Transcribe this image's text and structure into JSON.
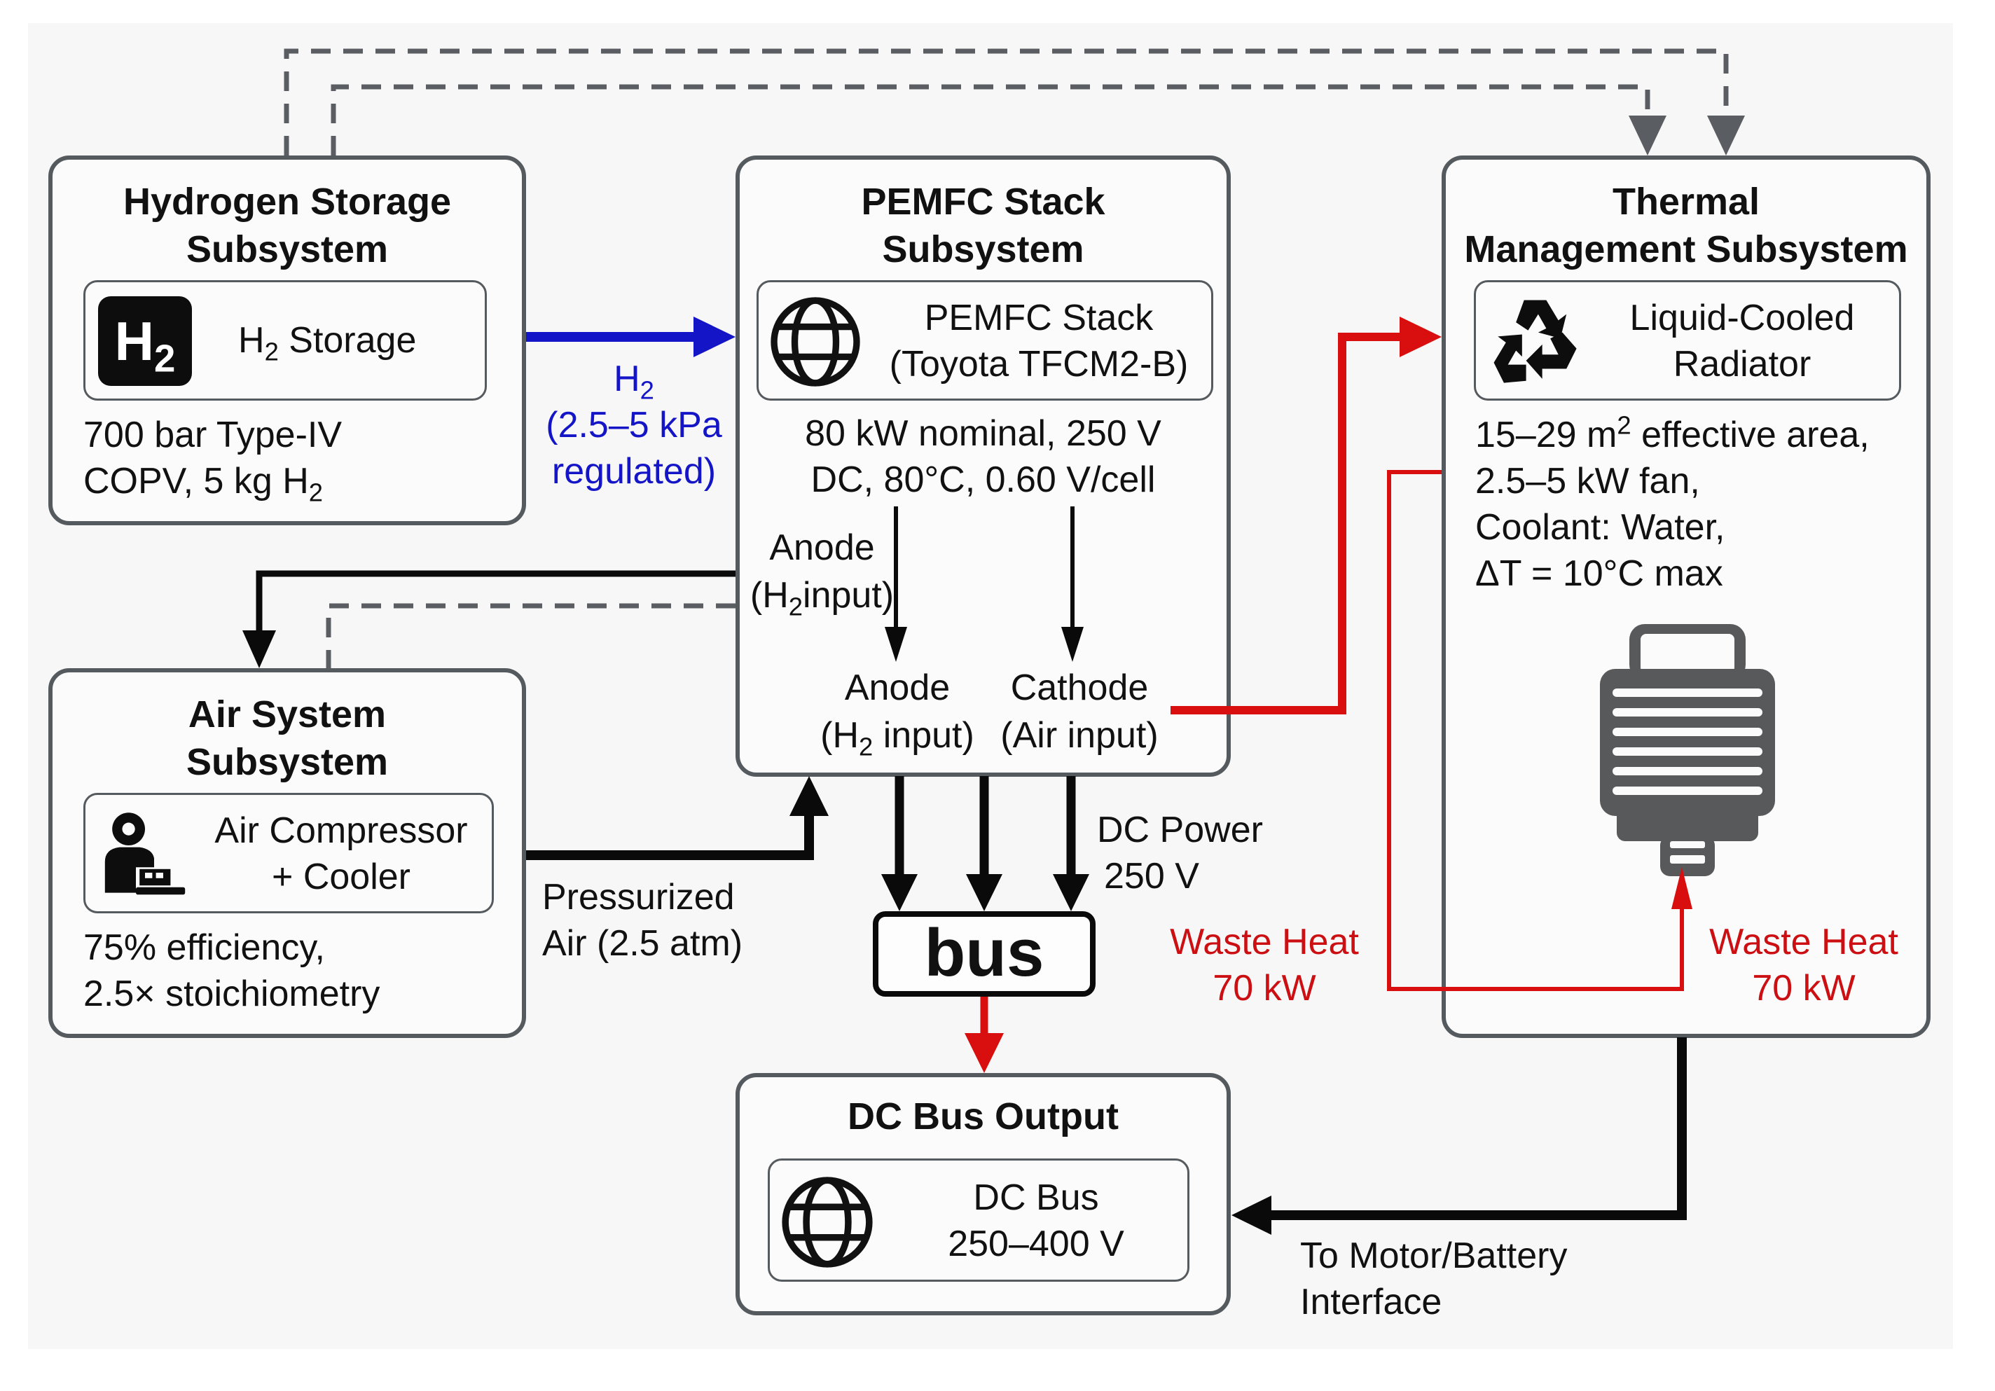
{
  "colors": {
    "hydrogen_flow": "#1515c8",
    "heat_flow": "#d90f0f",
    "power_flow": "#0a0a0a",
    "control_signal": "#5a5e62",
    "box_border": "#555a5e"
  },
  "hydrogen_storage": {
    "title_line1": "Hydrogen Storage",
    "title_line2": "Subsystem",
    "component_icon": "h2-badge-icon",
    "component_icon_text": "H",
    "component_icon_sub": "2",
    "component_label_main": "H",
    "component_label_sub": "2",
    "component_label_rest": " Storage",
    "spec_line1": "700 bar Type-IV",
    "spec_line2_main": "COPV, 5 kg H",
    "spec_line2_sub": "2"
  },
  "h2_flow_label": {
    "line1_main": "H",
    "line1_sub": "2",
    "line2": "(2.5–5 kPa",
    "line3": "regulated)"
  },
  "pemfc": {
    "title_line1": "PEMFC Stack",
    "title_line2": "Subsystem",
    "component_icon": "globe-icon",
    "component_line1": "PEMFC Stack",
    "component_line2": "(Toyota TFCM2-B)",
    "spec_line1": "80 kW nominal, 250 V",
    "spec_line2": "DC, 80°C, 0.60 V/cell",
    "side_label_line1": "Anode",
    "side_label_line2_open": "(H",
    "side_label_line2_sub": "2",
    "side_label_line2_rest": "input)",
    "anode_line1": "Anode",
    "anode_line2_open": "(H",
    "anode_line2_sub": "2",
    "anode_line2_rest": " input)",
    "cathode_line1": "Cathode",
    "cathode_line2": "(Air input)"
  },
  "thermal": {
    "title_line1": "Thermal",
    "title_line2": "Management Subsystem",
    "component_icon": "recycle-icon",
    "component_line1": "Liquid-Cooled",
    "component_line2": "Radiator",
    "spec_line1_main": "15–29 m",
    "spec_line1_sup": "2",
    "spec_line1_rest": " effective area,",
    "spec_line2": "2.5–5 kW fan,",
    "spec_line3": "Coolant: Water,",
    "spec_line4": "ΔT = 10°C max",
    "radiator_icon": "radiator-icon"
  },
  "air_system": {
    "title_line1": "Air System",
    "title_line2": "Subsystem",
    "component_icon": "compressor-operator-icon",
    "component_line1": "Air Compressor",
    "component_line2": "+ Cooler",
    "spec_line1": "75% efficiency,",
    "spec_line2": "2.5× stoichiometry"
  },
  "pressurized_air_label": {
    "line1": "Pressurized",
    "line2": "Air (2.5 atm)"
  },
  "dc_power_label": {
    "line1": "DC Power",
    "line2": "250 V"
  },
  "bus": {
    "label": "bus"
  },
  "waste_heat_left": {
    "line1": "Waste Heat",
    "line2": "70 kW"
  },
  "waste_heat_right": {
    "line1": "Waste Heat",
    "line2": "70 kW"
  },
  "dc_bus_output": {
    "title": "DC Bus Output",
    "component_icon": "globe-icon",
    "component_line1": "DC Bus",
    "component_line2": "250–400 V"
  },
  "motor_battery_label": {
    "line1": "To Motor/Battery",
    "line2": "Interface"
  }
}
